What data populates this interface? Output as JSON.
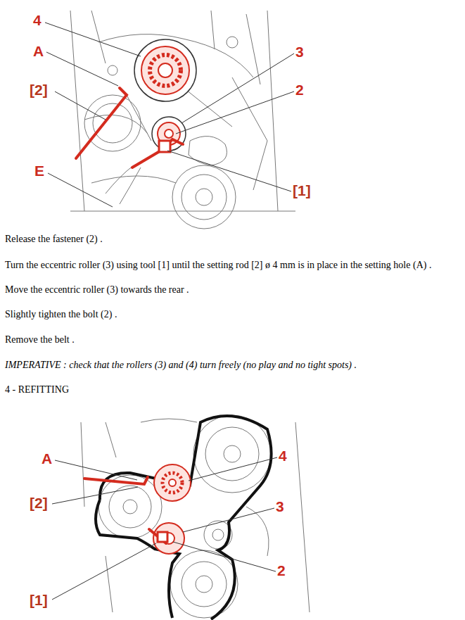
{
  "diagram": {
    "labels": [
      "4",
      "A",
      "[2]",
      "E",
      "3",
      "2",
      "[1]",
      "Release the fastener (2) .",
      "Turn the eccentric roller (3) using tool [1] until the setting rod [2] ø 4 mm is in place in the setting hole (A) .",
      "Move the eccentric roller (3) towards the rear .",
      "Slightly tighten the bolt (2) .",
      "Remove the belt .",
      "IMPERATIVE : check that the rollers (3) and (4) turn freely (no play and no tight spots) .",
      "4 - REFITTING",
      "A",
      "4",
      "[2]",
      "3",
      "2",
      "[1]"
    ]
  }
}
